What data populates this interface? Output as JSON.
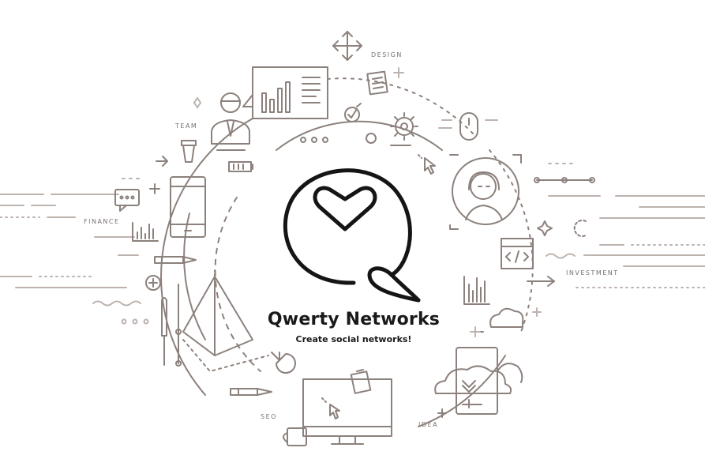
{
  "brand": {
    "name": "Qwerty Networks",
    "tagline": "Create social networks!"
  },
  "labels": {
    "design": "DESIGN",
    "team": "TEAM",
    "finance": "FINANCE",
    "investment": "INVESTMENT",
    "seo": "SEO",
    "idea": "IDEA"
  },
  "colors": {
    "line": "#8c817c",
    "light_line": "#bdb3ae",
    "logo": "#151515",
    "background": "#ffffff"
  },
  "icons": [
    "move-arrows-icon",
    "document-icon",
    "presentation-chart-icon",
    "businessman-icon",
    "check-circle-icon",
    "gear-icon",
    "mouse-icon",
    "cursor-icon",
    "woman-avatar-icon",
    "smartphone-icon",
    "battery-icon",
    "coffee-cup-icon",
    "chat-bubble-icon",
    "bar-chart-icon",
    "pen-icon",
    "plus-circle-icon",
    "pyramid-icon",
    "brush-icon",
    "code-window-icon",
    "cloud-icon",
    "cloud-download-icon",
    "monitor-icon",
    "coffee-mug-icon",
    "pie-chart-icon",
    "heart-speech-bubble-icon"
  ]
}
